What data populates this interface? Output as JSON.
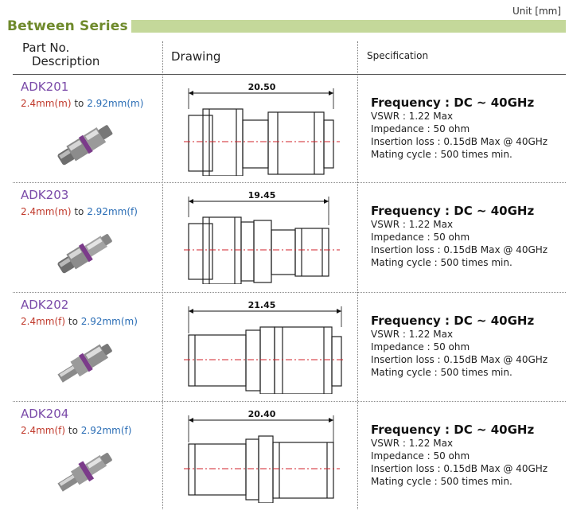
{
  "unit_label": "Unit [mm]",
  "section_title": "Between Series",
  "headers": {
    "part_no": "Part No.",
    "description": "Description",
    "drawing": "Drawing",
    "specification": "Specification"
  },
  "rows": [
    {
      "part_no": "ADK201",
      "desc_a": "2.4mm(m)",
      "desc_to": "to",
      "desc_b": "2.92mm(m)",
      "dimension": "20.50",
      "frequency": "Frequency : DC ~ 40GHz",
      "vswr": "VSWR : 1.22 Max",
      "impedance": "Impedance : 50 ohm",
      "insertion_loss": "Insertion loss : 0.15dB Max @ 40GHz",
      "mating_cycle": "Mating cycle : 500 times min."
    },
    {
      "part_no": "ADK203",
      "desc_a": "2.4mm(m)",
      "desc_to": "to",
      "desc_b": "2.92mm(f)",
      "dimension": "19.45",
      "frequency": "Frequency : DC ~ 40GHz",
      "vswr": "VSWR : 1.22 Max",
      "impedance": "Impedance : 50 ohm",
      "insertion_loss": "Insertion loss : 0.15dB Max @ 40GHz",
      "mating_cycle": "Mating cycle : 500 times min."
    },
    {
      "part_no": "ADK202",
      "desc_a": "2.4mm(f)",
      "desc_to": "to",
      "desc_b": "2.92mm(m)",
      "dimension": "21.45",
      "frequency": "Frequency : DC ~ 40GHz",
      "vswr": "VSWR : 1.22 Max",
      "impedance": "Impedance : 50 ohm",
      "insertion_loss": "Insertion loss : 0.15dB Max @ 40GHz",
      "mating_cycle": "Mating cycle : 500 times min."
    },
    {
      "part_no": "ADK204",
      "desc_a": "2.4mm(f)",
      "desc_to": "to",
      "desc_b": "2.92mm(f)",
      "dimension": "20.40",
      "frequency": "Frequency : DC ~ 40GHz",
      "vswr": "VSWR : 1.22 Max",
      "impedance": "Impedance : 50 ohm",
      "insertion_loss": "Insertion loss : 0.15dB Max @ 40GHz",
      "mating_cycle": "Mating cycle : 500 times min."
    }
  ],
  "colors": {
    "title_green": "#6f8a2c",
    "title_bar": "#c4d89a",
    "part_no": "#7a4aa8",
    "desc_a": "#c0392b",
    "desc_b": "#2a6db5",
    "centerline": "#d0202a"
  }
}
